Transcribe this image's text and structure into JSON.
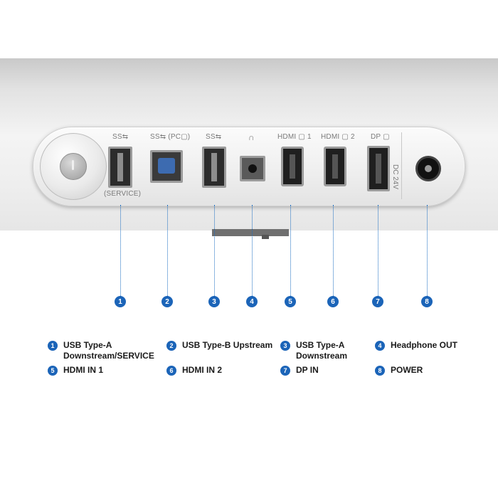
{
  "port_labels": {
    "usb_a_service_top": "SS⇆",
    "usb_a_service_bottom": "(SERVICE)",
    "usb_b_top": "SS⇆ (PC▢)",
    "usb_a_top": "SS⇆",
    "headphone_top": "∩",
    "hdmi1_top": "HDMI ▢ 1",
    "hdmi2_top": "HDMI ▢ 2",
    "dp_top": "DP ▢",
    "dc": "DC 24V"
  },
  "markers": [
    "1",
    "2",
    "3",
    "4",
    "5",
    "6",
    "7",
    "8"
  ],
  "legend": [
    {
      "number": "1",
      "label": "USB Type-A\nDownstream/SERVICE"
    },
    {
      "number": "2",
      "label": "USB Type-B Upstream"
    },
    {
      "number": "3",
      "label": "USB Type-A\nDownstream"
    },
    {
      "number": "4",
      "label": "Headphone OUT"
    },
    {
      "number": "5",
      "label": "HDMI IN 1"
    },
    {
      "number": "6",
      "label": "HDMI IN 2"
    },
    {
      "number": "7",
      "label": "DP IN"
    },
    {
      "number": "8",
      "label": "POWER"
    }
  ],
  "colors": {
    "marker_blue": "#1b64b8",
    "usb_b_blue": "#3d6bb0",
    "leader_line": "#1d6fc2"
  }
}
